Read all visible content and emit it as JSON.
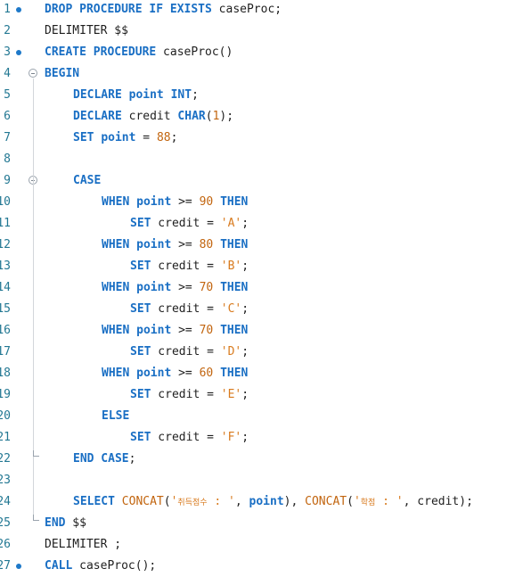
{
  "theme": {
    "line_number_color": "#237893",
    "breakpoint_color": "#1e79c9",
    "keyword_color": "#1a6fc4",
    "number_color": "#c2650f",
    "string_color": "#d87a1d",
    "text_color": "#1f1f1f"
  },
  "editor": {
    "lines": [
      {
        "no": "1",
        "marker": "dot",
        "fold": "",
        "indent": 0,
        "tokens": [
          {
            "t": "DROP PROCEDURE IF EXISTS",
            "c": "kw"
          },
          {
            "t": " caseProc;",
            "c": "plain"
          }
        ]
      },
      {
        "no": "2",
        "marker": "",
        "fold": "",
        "indent": 0,
        "tokens": [
          {
            "t": "DELIMITER $$",
            "c": "plain"
          }
        ]
      },
      {
        "no": "3",
        "marker": "dot",
        "fold": "",
        "indent": 0,
        "tokens": [
          {
            "t": "CREATE PROCEDURE",
            "c": "kw"
          },
          {
            "t": " caseProc()",
            "c": "plain"
          }
        ]
      },
      {
        "no": "4",
        "marker": "",
        "fold": "open",
        "indent": 0,
        "tokens": [
          {
            "t": "BEGIN",
            "c": "kw"
          }
        ]
      },
      {
        "no": "5",
        "marker": "",
        "fold": "",
        "indent": 1,
        "tokens": [
          {
            "t": "DECLARE",
            "c": "kw"
          },
          {
            "t": " ",
            "c": "plain"
          },
          {
            "t": "point",
            "c": "ident"
          },
          {
            "t": " ",
            "c": "plain"
          },
          {
            "t": "INT",
            "c": "kw"
          },
          {
            "t": ";",
            "c": "plain"
          }
        ]
      },
      {
        "no": "6",
        "marker": "",
        "fold": "",
        "indent": 1,
        "tokens": [
          {
            "t": "DECLARE",
            "c": "kw"
          },
          {
            "t": " credit ",
            "c": "plain"
          },
          {
            "t": "CHAR",
            "c": "kw"
          },
          {
            "t": "(",
            "c": "plain"
          },
          {
            "t": "1",
            "c": "num"
          },
          {
            "t": ");",
            "c": "plain"
          }
        ]
      },
      {
        "no": "7",
        "marker": "",
        "fold": "",
        "indent": 1,
        "tokens": [
          {
            "t": "SET",
            "c": "kw"
          },
          {
            "t": " ",
            "c": "plain"
          },
          {
            "t": "point",
            "c": "ident"
          },
          {
            "t": " = ",
            "c": "plain"
          },
          {
            "t": "88",
            "c": "num"
          },
          {
            "t": ";",
            "c": "plain"
          }
        ]
      },
      {
        "no": "8",
        "marker": "",
        "fold": "",
        "indent": 0,
        "tokens": []
      },
      {
        "no": "9",
        "marker": "",
        "fold": "open",
        "indent": 1,
        "tokens": [
          {
            "t": "CASE",
            "c": "kw"
          }
        ]
      },
      {
        "no": "10",
        "marker": "",
        "fold": "",
        "indent": 2,
        "tokens": [
          {
            "t": "WHEN",
            "c": "kw"
          },
          {
            "t": " ",
            "c": "plain"
          },
          {
            "t": "point",
            "c": "ident"
          },
          {
            "t": " >= ",
            "c": "plain"
          },
          {
            "t": "90",
            "c": "num"
          },
          {
            "t": " ",
            "c": "plain"
          },
          {
            "t": "THEN",
            "c": "kw"
          }
        ]
      },
      {
        "no": "11",
        "marker": "",
        "fold": "",
        "indent": 3,
        "tokens": [
          {
            "t": "SET",
            "c": "kw"
          },
          {
            "t": " credit = ",
            "c": "plain"
          },
          {
            "t": "'A'",
            "c": "str"
          },
          {
            "t": ";",
            "c": "plain"
          }
        ]
      },
      {
        "no": "12",
        "marker": "",
        "fold": "",
        "indent": 2,
        "tokens": [
          {
            "t": "WHEN",
            "c": "kw"
          },
          {
            "t": " ",
            "c": "plain"
          },
          {
            "t": "point",
            "c": "ident"
          },
          {
            "t": " >= ",
            "c": "plain"
          },
          {
            "t": "80",
            "c": "num"
          },
          {
            "t": " ",
            "c": "plain"
          },
          {
            "t": "THEN",
            "c": "kw"
          }
        ]
      },
      {
        "no": "13",
        "marker": "",
        "fold": "",
        "indent": 3,
        "tokens": [
          {
            "t": "SET",
            "c": "kw"
          },
          {
            "t": " credit = ",
            "c": "plain"
          },
          {
            "t": "'B'",
            "c": "str"
          },
          {
            "t": ";",
            "c": "plain"
          }
        ]
      },
      {
        "no": "14",
        "marker": "",
        "fold": "",
        "indent": 2,
        "tokens": [
          {
            "t": "WHEN",
            "c": "kw"
          },
          {
            "t": " ",
            "c": "plain"
          },
          {
            "t": "point",
            "c": "ident"
          },
          {
            "t": " >= ",
            "c": "plain"
          },
          {
            "t": "70",
            "c": "num"
          },
          {
            "t": " ",
            "c": "plain"
          },
          {
            "t": "THEN",
            "c": "kw"
          }
        ]
      },
      {
        "no": "15",
        "marker": "",
        "fold": "",
        "indent": 3,
        "tokens": [
          {
            "t": "SET",
            "c": "kw"
          },
          {
            "t": " credit = ",
            "c": "plain"
          },
          {
            "t": "'C'",
            "c": "str"
          },
          {
            "t": ";",
            "c": "plain"
          }
        ]
      },
      {
        "no": "16",
        "marker": "",
        "fold": "",
        "indent": 2,
        "tokens": [
          {
            "t": "WHEN",
            "c": "kw"
          },
          {
            "t": " ",
            "c": "plain"
          },
          {
            "t": "point",
            "c": "ident"
          },
          {
            "t": " >= ",
            "c": "plain"
          },
          {
            "t": "70",
            "c": "num"
          },
          {
            "t": " ",
            "c": "plain"
          },
          {
            "t": "THEN",
            "c": "kw"
          }
        ]
      },
      {
        "no": "17",
        "marker": "",
        "fold": "",
        "indent": 3,
        "tokens": [
          {
            "t": "SET",
            "c": "kw"
          },
          {
            "t": " credit = ",
            "c": "plain"
          },
          {
            "t": "'D'",
            "c": "str"
          },
          {
            "t": ";",
            "c": "plain"
          }
        ]
      },
      {
        "no": "18",
        "marker": "",
        "fold": "",
        "indent": 2,
        "tokens": [
          {
            "t": "WHEN",
            "c": "kw"
          },
          {
            "t": " ",
            "c": "plain"
          },
          {
            "t": "point",
            "c": "ident"
          },
          {
            "t": " >= ",
            "c": "plain"
          },
          {
            "t": "60",
            "c": "num"
          },
          {
            "t": " ",
            "c": "plain"
          },
          {
            "t": "THEN",
            "c": "kw"
          }
        ]
      },
      {
        "no": "19",
        "marker": "",
        "fold": "",
        "indent": 3,
        "tokens": [
          {
            "t": "SET",
            "c": "kw"
          },
          {
            "t": " credit = ",
            "c": "plain"
          },
          {
            "t": "'E'",
            "c": "str"
          },
          {
            "t": ";",
            "c": "plain"
          }
        ]
      },
      {
        "no": "20",
        "marker": "",
        "fold": "",
        "indent": 2,
        "tokens": [
          {
            "t": "ELSE",
            "c": "kw"
          }
        ]
      },
      {
        "no": "21",
        "marker": "",
        "fold": "",
        "indent": 3,
        "tokens": [
          {
            "t": "SET",
            "c": "kw"
          },
          {
            "t": " credit = ",
            "c": "plain"
          },
          {
            "t": "'F'",
            "c": "str"
          },
          {
            "t": ";",
            "c": "plain"
          }
        ]
      },
      {
        "no": "22",
        "marker": "",
        "fold": "end",
        "indent": 1,
        "tokens": [
          {
            "t": "END CASE",
            "c": "kw"
          },
          {
            "t": ";",
            "c": "plain"
          }
        ]
      },
      {
        "no": "23",
        "marker": "",
        "fold": "",
        "indent": 0,
        "tokens": []
      },
      {
        "no": "24",
        "marker": "",
        "fold": "",
        "indent": 1,
        "tokens": [
          {
            "t": "SELECT",
            "c": "kw"
          },
          {
            "t": " ",
            "c": "plain"
          },
          {
            "t": "CONCAT",
            "c": "fn"
          },
          {
            "t": "(",
            "c": "plain"
          },
          {
            "t": "'",
            "c": "str"
          },
          {
            "t": "취득점수",
            "c": "str-ko"
          },
          {
            "t": " : '",
            "c": "str"
          },
          {
            "t": ", ",
            "c": "plain"
          },
          {
            "t": "point",
            "c": "ident"
          },
          {
            "t": "), ",
            "c": "plain"
          },
          {
            "t": "CONCAT",
            "c": "fn"
          },
          {
            "t": "(",
            "c": "plain"
          },
          {
            "t": "'",
            "c": "str"
          },
          {
            "t": "학점",
            "c": "str-ko"
          },
          {
            "t": " : '",
            "c": "str"
          },
          {
            "t": ", credit);",
            "c": "plain"
          }
        ]
      },
      {
        "no": "25",
        "marker": "",
        "fold": "end",
        "indent": 0,
        "tokens": [
          {
            "t": "END",
            "c": "kw"
          },
          {
            "t": " $$",
            "c": "plain"
          }
        ]
      },
      {
        "no": "26",
        "marker": "",
        "fold": "",
        "indent": 0,
        "tokens": [
          {
            "t": "DELIMITER ;",
            "c": "plain"
          }
        ]
      },
      {
        "no": "27",
        "marker": "dot",
        "fold": "",
        "indent": 0,
        "tokens": [
          {
            "t": "CALL",
            "c": "kw"
          },
          {
            "t": " caseProc();",
            "c": "plain"
          }
        ]
      }
    ]
  }
}
